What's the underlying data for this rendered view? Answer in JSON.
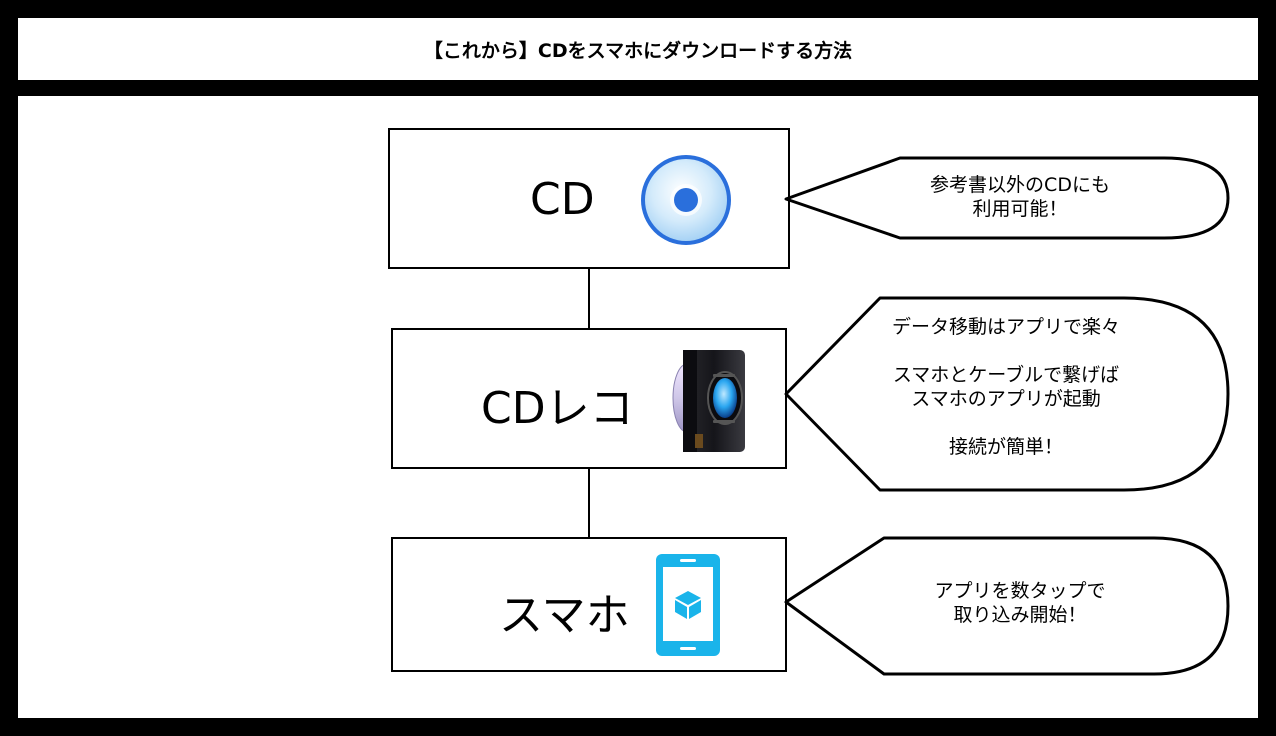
{
  "title": "【これから】CDをスマホにダウンロードする方法",
  "nodes": [
    {
      "label": "CD",
      "icon": "cd-disc-icon",
      "callout": "参考書以外のCDにも\n利用可能！"
    },
    {
      "label": "CDレコ",
      "icon": "cd-reco-device-icon",
      "callout": "データ移動はアプリで楽々\n\nスマホとケーブルで繋げば\nスマホのアプリが起動\n\n接続が簡単！"
    },
    {
      "label": "スマホ",
      "icon": "smartphone-app-icon",
      "callout": "アプリを数タップで\n取り込み開始！"
    }
  ],
  "colors": {
    "frame": "#000000",
    "disc_blue": "#2a6fdc",
    "phone_cyan": "#1ab4ea"
  }
}
